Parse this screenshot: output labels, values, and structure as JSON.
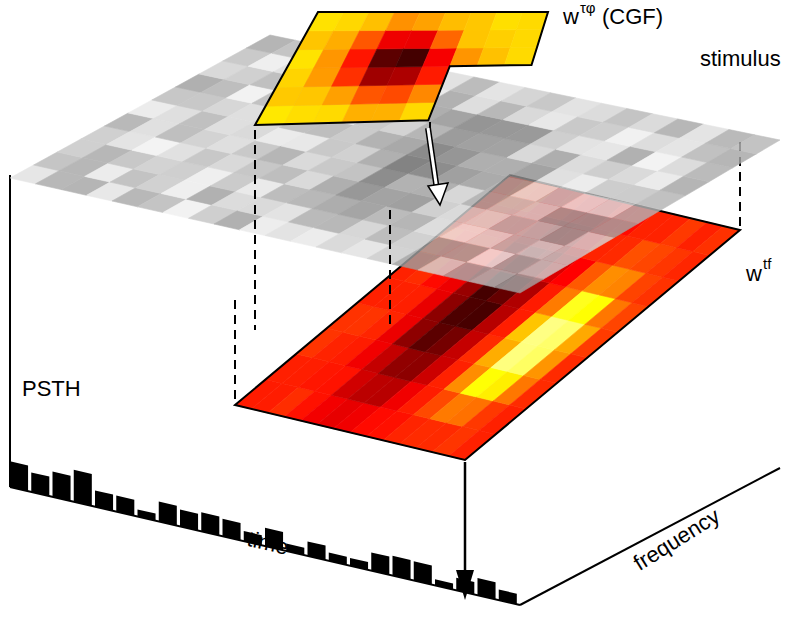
{
  "diagram": {
    "labels": [
      "w",
      "τφ",
      "(CGF)",
      "stimulus",
      "w",
      "tf",
      "PSTH",
      "time",
      "frequency"
    ]
  }
}
